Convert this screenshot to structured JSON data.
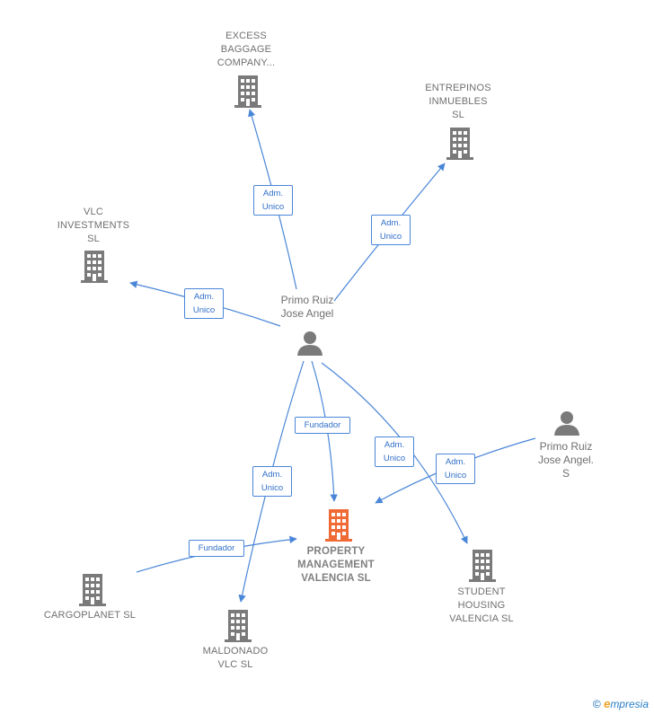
{
  "colors": {
    "edge": "#4a86d8",
    "building": "#7a7a7a",
    "main_building": "#f06a35",
    "person": "#7a7a7a"
  },
  "nodes": {
    "excess": "EXCESS\nBAGGAGE\nCOMPANY...",
    "entrepinos": "ENTREPINOS\nINMUEBLES\nSL",
    "vlc": "VLC\nINVESTMENTS\nSL",
    "person_main": "Primo Ruiz\nJose Angel",
    "person_s": "Primo Ruiz\nJose Angel.\nS",
    "property": "PROPERTY\nMANAGEMENT\nVALENCIA  SL",
    "cargoplanet": "CARGOPLANET SL",
    "maldonado": "MALDONADO\nVLC  SL",
    "student": "STUDENT\nHOUSING\nVALENCIA  SL"
  },
  "edges": {
    "adm1": "Adm.\nUnico",
    "adm2": "Adm.\nUnico",
    "adm3": "Adm.\nUnico",
    "adm4": "Adm.\nUnico",
    "adm5": "Adm.\nUnico",
    "adm6": "Adm.\nUnico",
    "fundador1": "Fundador",
    "fundador2": "Fundador"
  },
  "footer": {
    "copyright": "©",
    "brand_first": "e",
    "brand_rest": "mpresia"
  }
}
